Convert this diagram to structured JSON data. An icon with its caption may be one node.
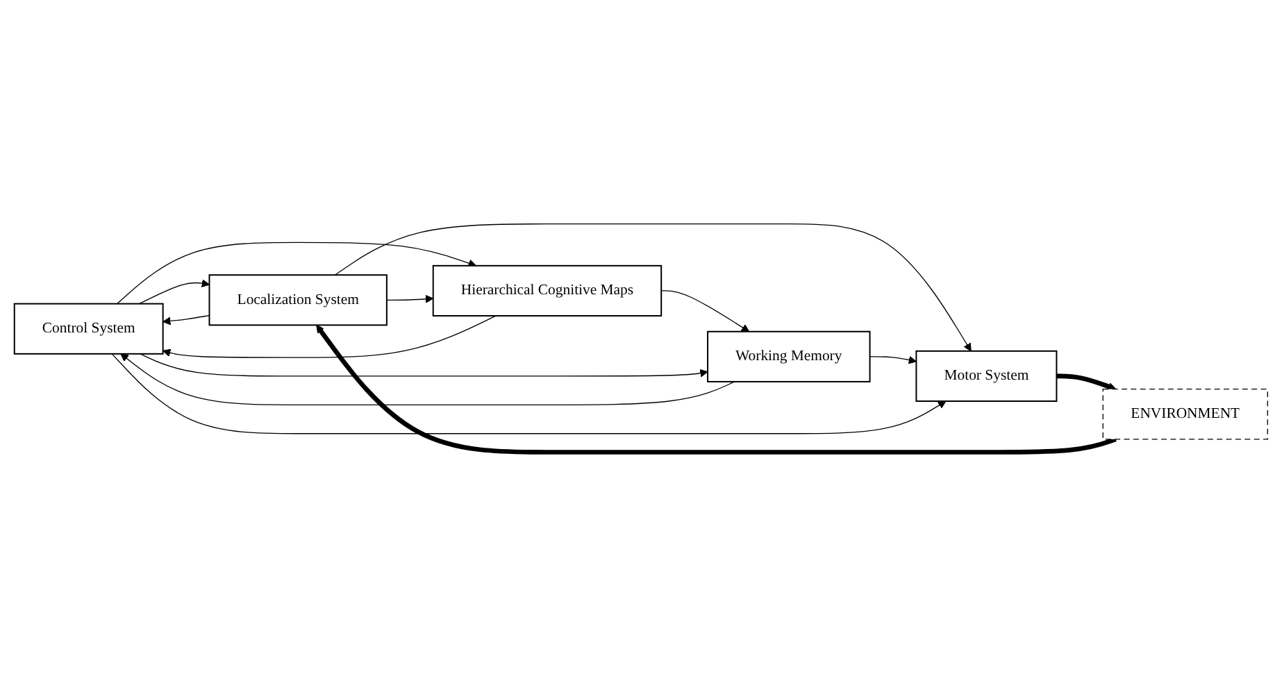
{
  "diagram": {
    "nodes": [
      {
        "text": [
          "Control System"
        ]
      },
      {
        "text": [
          "Hierarchical Cognitive Maps"
        ]
      },
      {
        "text": [
          "Localization System"
        ]
      },
      {
        "text": [
          "Working Memory"
        ]
      },
      {
        "text": [
          "Motor System"
        ]
      },
      {
        "text": [
          "ENVIRONMENT"
        ]
      }
    ],
    "edges": [
      {
        "from": 0,
        "to": 2,
        "arrow": "to"
      },
      {
        "from": 1,
        "to": 0,
        "arrow": "to"
      },
      {
        "from": 0,
        "to": 1,
        "arrow": "to"
      },
      {
        "from": 2,
        "to": 1,
        "arrow": "to"
      },
      {
        "from": 5,
        "to": 2,
        "arrow": "to",
        "style": "thick"
      },
      {
        "from": 2,
        "to": 0,
        "arrow": "to"
      },
      {
        "from": 1,
        "to": 3,
        "arrow": "to"
      },
      {
        "from": 2,
        "to": 4,
        "arrow": "to"
      },
      {
        "from": 3,
        "to": 0,
        "arrow": "to"
      },
      {
        "from": 0,
        "to": 3,
        "arrow": "to"
      },
      {
        "from": 3,
        "to": 4,
        "arrow": "to"
      },
      {
        "from": 0,
        "to": 4,
        "arrow": "to"
      },
      {
        "from": 4,
        "to": 5,
        "arrow": "to",
        "style": "thick"
      }
    ]
  }
}
